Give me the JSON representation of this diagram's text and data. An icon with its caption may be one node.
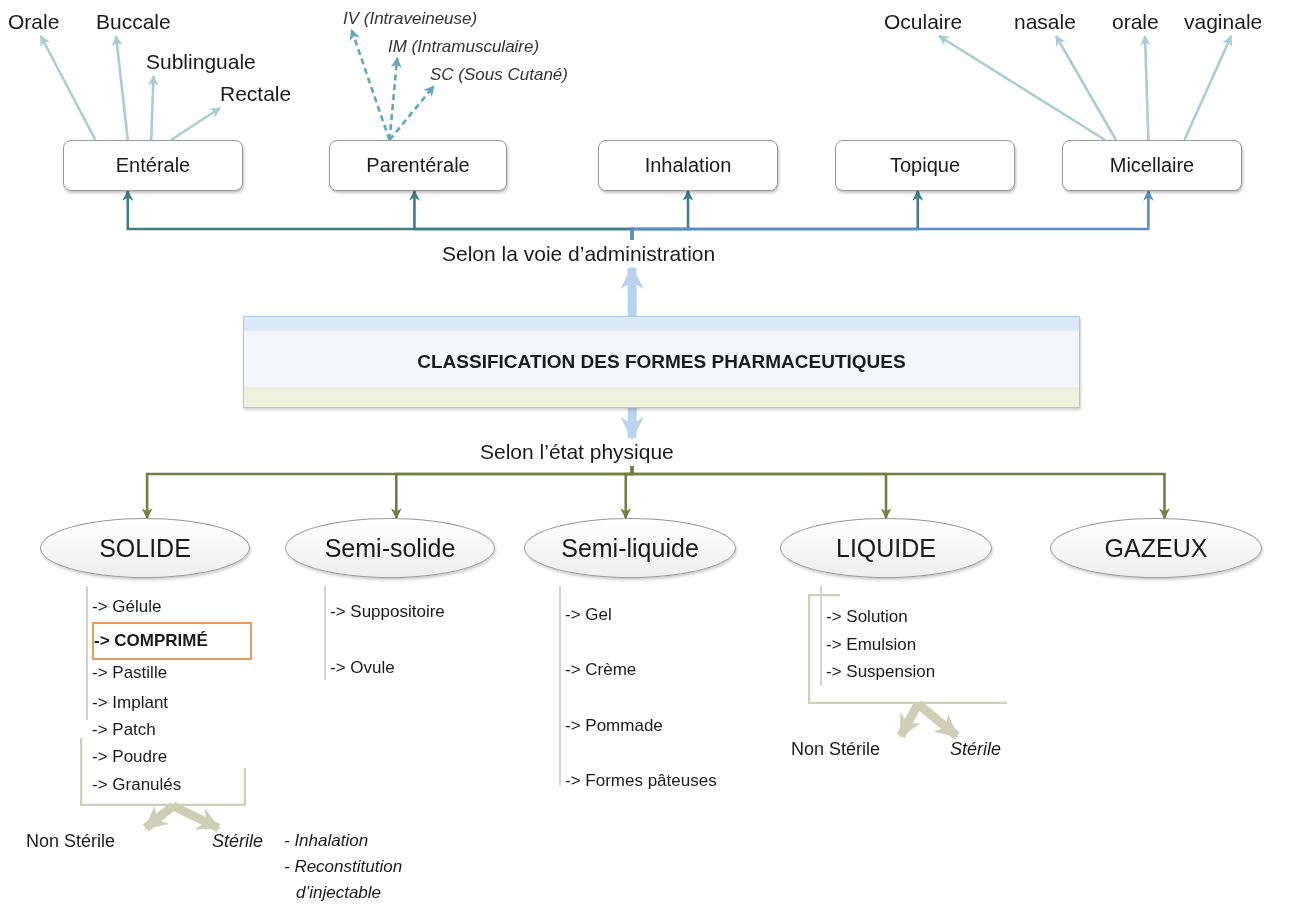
{
  "diagram": {
    "nodes": [
      {
        "text": [
          "Orale"
        ]
      },
      {
        "text": [
          "Buccale"
        ]
      },
      {
        "text": [
          "Sublinguale"
        ]
      },
      {
        "text": [
          "Rectale"
        ]
      },
      {
        "text": [
          "IV (Intraveineuse)"
        ]
      },
      {
        "text": [
          "IM (Intramusculaire)"
        ]
      },
      {
        "text": [
          "SC (Sous Cutané)"
        ]
      },
      {
        "text": [
          "Oculaire"
        ]
      },
      {
        "text": [
          "nasale"
        ]
      },
      {
        "text": [
          "orale"
        ]
      },
      {
        "text": [
          "vaginale"
        ]
      },
      {
        "text": [
          "Entérale"
        ]
      },
      {
        "text": [
          "Parentérale"
        ]
      },
      {
        "text": [
          "Inhalation"
        ]
      },
      {
        "text": [
          "Topique"
        ]
      },
      {
        "text": [
          "Micellaire"
        ]
      },
      {
        "text": [
          "Selon la voie d’administration"
        ]
      },
      {
        "text": [
          "CLASSIFICATION DES FORMES PHARMACEUTIQUES"
        ]
      },
      {
        "text": [
          "Selon l’état physique"
        ]
      },
      {
        "text": [
          "SOLIDE"
        ]
      },
      {
        "text": [
          "Semi-solide"
        ]
      },
      {
        "text": [
          "Semi-liquide"
        ]
      },
      {
        "text": [
          "LIQUIDE"
        ]
      },
      {
        "text": [
          "GAZEUX"
        ]
      },
      {
        "text": [
          "-> COMPRIMÉ"
        ]
      },
      {
        "text": [],
        "shape": "bracket"
      },
      {
        "text": [
          "Non Stérile"
        ]
      },
      {
        "text": [
          "Stérile"
        ],
        "beside": [
          "- Inhalation",
          "- Reconstitution d’injectable"
        ]
      },
      {
        "text": [],
        "shape": "bracket"
      },
      {
        "text": [
          "Non Stérile"
        ]
      },
      {
        "text": [
          "Stérile"
        ]
      }
    ],
    "edges": [
      {
        "from": 11,
        "to": 0,
        "arrow": "to"
      },
      {
        "from": 11,
        "to": 1,
        "arrow": "to"
      },
      {
        "from": 11,
        "to": 2,
        "arrow": "to"
      },
      {
        "from": 11,
        "to": 3,
        "arrow": "to"
      },
      {
        "from": 12,
        "to": 4,
        "arrow": "to",
        "style": "dashed",
        "color": "#5fa9b9"
      },
      {
        "from": 12,
        "to": 5,
        "arrow": "to",
        "style": "dashed",
        "color": "#5fa9b9"
      },
      {
        "from": 12,
        "to": 6,
        "arrow": "to",
        "style": "dashed",
        "color": "#5fa9b9"
      },
      {
        "from": 15,
        "to": 7,
        "arrow": "to"
      },
      {
        "from": 15,
        "to": 8,
        "arrow": "to"
      },
      {
        "from": 15,
        "to": 9,
        "arrow": "to"
      },
      {
        "from": 15,
        "to": 10,
        "arrow": "to"
      },
      {
        "from": 16,
        "to": 11,
        "arrow": "to",
        "color": "#3f7d88"
      },
      {
        "from": 16,
        "to": 12,
        "arrow": "to",
        "color": "#3f7d88"
      },
      {
        "from": 16,
        "to": 13,
        "arrow": "to",
        "color": "#3f7d88"
      },
      {
        "from": 16,
        "to": 14,
        "arrow": "to",
        "color": "#3f7d88"
      },
      {
        "from": 16,
        "to": 15,
        "arrow": "to",
        "color": "#5a90c0"
      },
      {
        "from": 17,
        "to": 16,
        "arrow": "to",
        "style": "thick",
        "color": "#b9d2ee"
      },
      {
        "from": 17,
        "to": 18,
        "arrow": "to",
        "style": "thick",
        "color": "#b9d2ee"
      },
      {
        "from": 18,
        "to": 19,
        "arrow": "to",
        "color": "#6f8040"
      },
      {
        "from": 18,
        "to": 20,
        "arrow": "to",
        "color": "#6f8040"
      },
      {
        "from": 18,
        "to": 21,
        "arrow": "to",
        "color": "#6f8040"
      },
      {
        "from": 18,
        "to": 22,
        "arrow": "to",
        "color": "#6f8040"
      },
      {
        "from": 18,
        "to": 23,
        "arrow": "to",
        "color": "#6f8040"
      },
      {
        "from": 25,
        "to": 26,
        "arrow": "to",
        "style": "thick",
        "color": "#cfcfb8"
      },
      {
        "from": 25,
        "to": 27,
        "arrow": "to",
        "style": "thick",
        "color": "#cfcfb8"
      },
      {
        "from": 28,
        "to": 29,
        "arrow": "to",
        "style": "thick",
        "color": "#cfcfb8"
      },
      {
        "from": 28,
        "to": 30,
        "arrow": "to",
        "style": "thick",
        "color": "#cfcfb8"
      }
    ],
    "labels": [
      "-> Gélule",
      "-> Pastille",
      "-> Implant",
      "-> Patch",
      "-> Poudre",
      "-> Granulés",
      "-> Suppositoire",
      "-> Ovule",
      "-> Gel",
      "-> Crème",
      "-> Pommade",
      "-> Formes pâteuses",
      "-> Solution",
      "-> Emulsion",
      "-> Suspension"
    ]
  }
}
